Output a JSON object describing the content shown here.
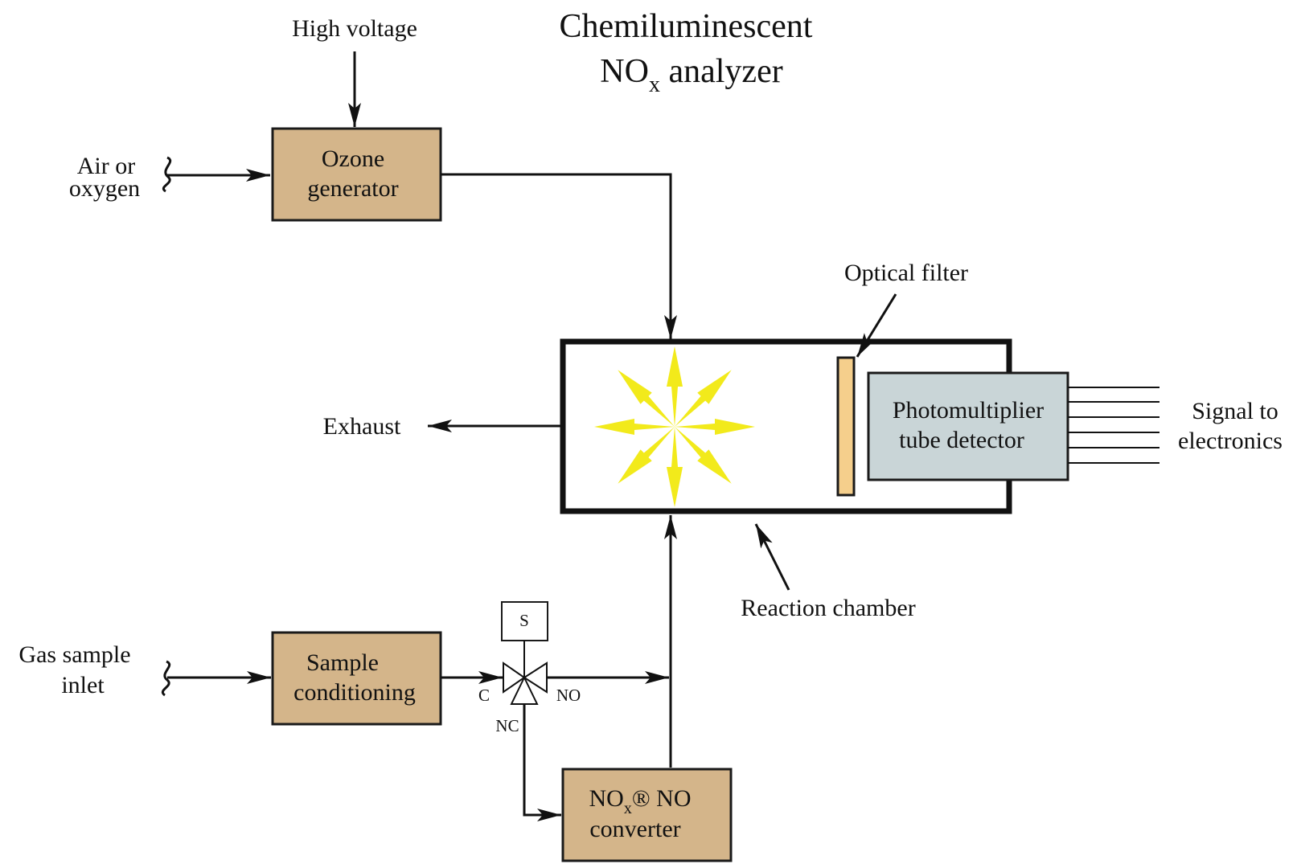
{
  "title": {
    "line1": "Chemiluminescent",
    "line2_main": "NO",
    "line2_sub": "x",
    "line2_rest": " analyzer"
  },
  "labels": {
    "high_voltage": "High voltage",
    "air_line1": "Air or",
    "air_line2": "oxygen",
    "ozone_line1": "Ozone",
    "ozone_line2": "generator",
    "optical_filter": "Optical filter",
    "exhaust": "Exhaust",
    "pmt_line1": "Photomultiplier",
    "pmt_line2": "tube detector",
    "signal_line1": "Signal to",
    "signal_line2": "electronics",
    "reaction_chamber": "Reaction chamber",
    "gas_line1": "Gas sample",
    "gas_line2": "inlet",
    "sample_line1": "Sample",
    "sample_line2": "conditioning",
    "solenoid": "S",
    "port_c": "C",
    "port_no": "NO",
    "port_nc": "NC",
    "converter_main": "NO",
    "converter_sub": "x",
    "converter_rest": "® NO",
    "converter_line2": "converter"
  },
  "colors": {
    "box_fill": "#d4b58a",
    "pmt_fill": "#c9d5d7",
    "filter_fill": "#f5cf8c",
    "light_burst": "#f2ea1b"
  },
  "icons": {
    "light_emission": "starburst-icon",
    "valve": "three-way-valve-icon"
  }
}
